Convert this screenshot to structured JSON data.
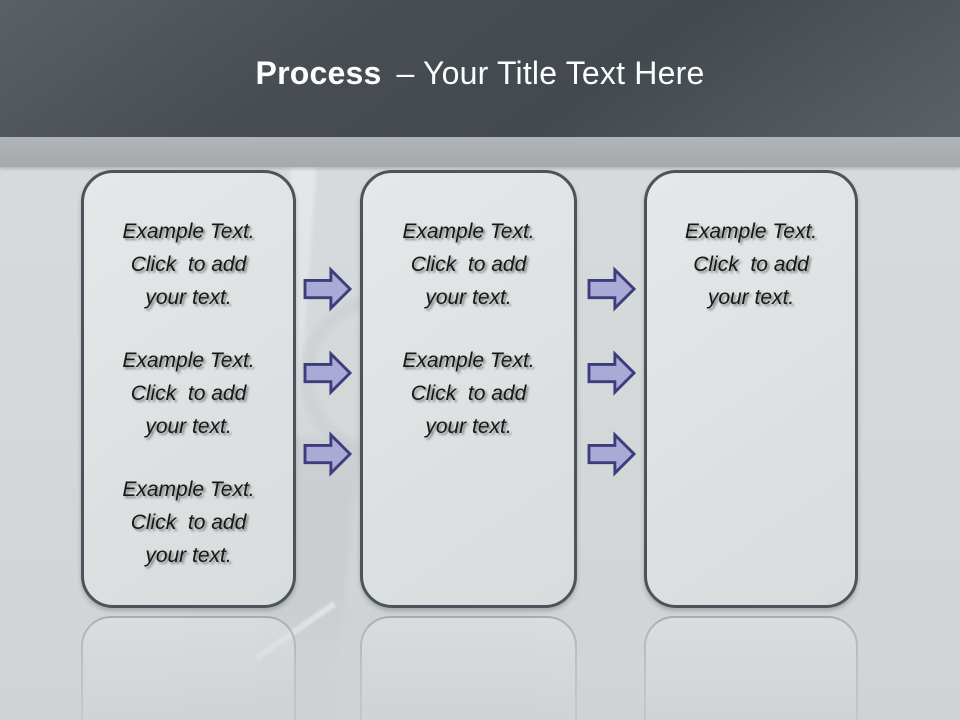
{
  "header": {
    "title_bold": "Process",
    "title_rest": "– Your Title Text Here"
  },
  "boxes": [
    {
      "id": "box-1",
      "paragraphs": [
        "Example Text.\nClick  to add\nyour text.",
        "Example Text.\nClick  to add\nyour text.",
        "Example Text.\nClick  to add\nyour text."
      ]
    },
    {
      "id": "box-2",
      "paragraphs": [
        "Example Text.\nClick  to add\nyour text.",
        "Example Text.\nClick  to add\nyour text."
      ]
    },
    {
      "id": "box-3",
      "paragraphs": [
        "Example Text.\nClick  to add\nyour text."
      ]
    }
  ],
  "arrows": {
    "direction": "right",
    "between_box1_box2_count": 3,
    "between_box2_box3_count": 3,
    "fill_color": "#a9aad6",
    "border_color": "#3d3d7d"
  },
  "colors": {
    "header_dark": "#454b51",
    "header_strip": "#a8acaf",
    "background": "#d5d8da",
    "box_fill": "#e0e4e5",
    "box_border": "#4b545a",
    "title_text": "#fbfdfd",
    "body_text": "#171717"
  }
}
